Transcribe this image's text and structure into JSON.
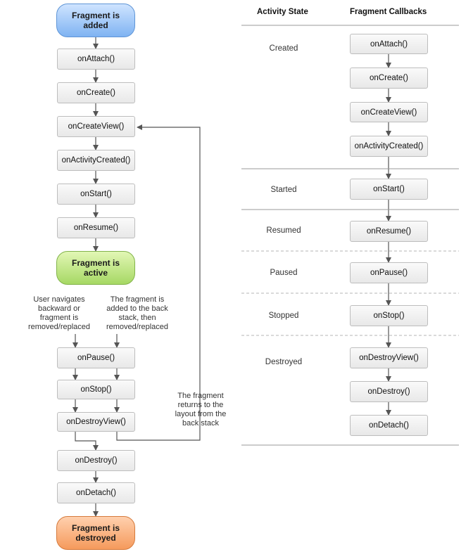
{
  "left_flow": {
    "start": "Fragment is added",
    "callbacks_top": [
      "onAttach()",
      "onCreate()",
      "onCreateView()",
      "onActivityCreated()",
      "onStart()",
      "onResume()"
    ],
    "active": "Fragment is active",
    "branch_left_note": "User navigates backward or fragment is removed/replaced",
    "branch_right_note": "The fragment is added to the back stack, then removed/replaced",
    "callbacks_mid": [
      "onPause()",
      "onStop()",
      "onDestroyView()"
    ],
    "return_note": "The fragment returns to the layout from the back stack",
    "callbacks_bottom": [
      "onDestroy()",
      "onDetach()"
    ],
    "end": "Fragment is destroyed"
  },
  "table": {
    "header_state": "Activity State",
    "header_callbacks": "Fragment Callbacks",
    "states": [
      "Created",
      "Started",
      "Resumed",
      "Paused",
      "Stopped",
      "Destroyed"
    ],
    "created_callbacks": [
      "onAttach()",
      "onCreate()",
      "onCreateView()",
      "onActivityCreated()"
    ],
    "started_callbacks": [
      "onStart()"
    ],
    "resumed_callbacks": [
      "onResume()"
    ],
    "paused_callbacks": [
      "onPause()"
    ],
    "stopped_callbacks": [
      "onStop()"
    ],
    "destroyed_callbacks": [
      "onDestroyView()",
      "onDestroy()",
      "onDetach()"
    ]
  },
  "colors": {
    "added": "#7fb3f2",
    "active": "#a6d864",
    "destroyed": "#f59a5c",
    "box": "#eeeeee",
    "line": "#555555"
  }
}
